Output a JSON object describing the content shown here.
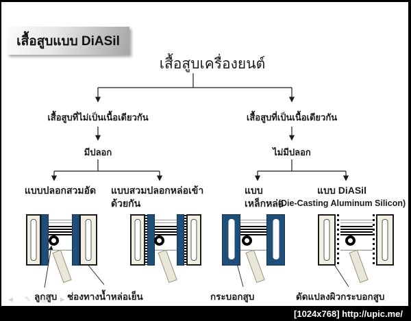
{
  "badge": {
    "title": "เสื้อสูบแบบ DiASil"
  },
  "tree": {
    "root": "เสื้อสูบเครื่องยนต์",
    "left": {
      "branch_label": "เสื้อสูบที่ไม่เป็นเนื้อเดียวกัน",
      "node_label": "มีปลอก",
      "leaves": [
        {
          "line1": "แบบปลอกสวมอัด",
          "line2": ""
        },
        {
          "line1": "แบบสวมปลอกหล่อเข้า",
          "line2": "ด้วยกัน"
        }
      ]
    },
    "right": {
      "branch_label": "เสื้อสูบที่เป็นเนื้อเดียวกัน",
      "node_label": "ไม่มีปลอก",
      "leaves": [
        {
          "line1": "แบบ",
          "line2": "เหล็กหล่อ"
        },
        {
          "line1": "แบบ DiASil",
          "line2": "(Die-Casting Aluminum Silicon)"
        }
      ]
    }
  },
  "callouts": {
    "piston": "ลูกสูบ",
    "coolant_channel": "ช่องทางน้ำหล่อเย็น",
    "cylinder": "กระบอกสูบ",
    "modified_surface": "ดัดแปลงผิวกระบอกสูบ"
  },
  "toolbar_icons": {
    "back": "◄",
    "pen": "✎",
    "slides": "▤",
    "forward": "►"
  },
  "footer": {
    "watermark": "[1024x768] http://upic.me/"
  },
  "colors": {
    "sleeve_blue": "#1f4e79",
    "block_cream": "#f1efe3",
    "rod_beige": "#eae7d8"
  }
}
